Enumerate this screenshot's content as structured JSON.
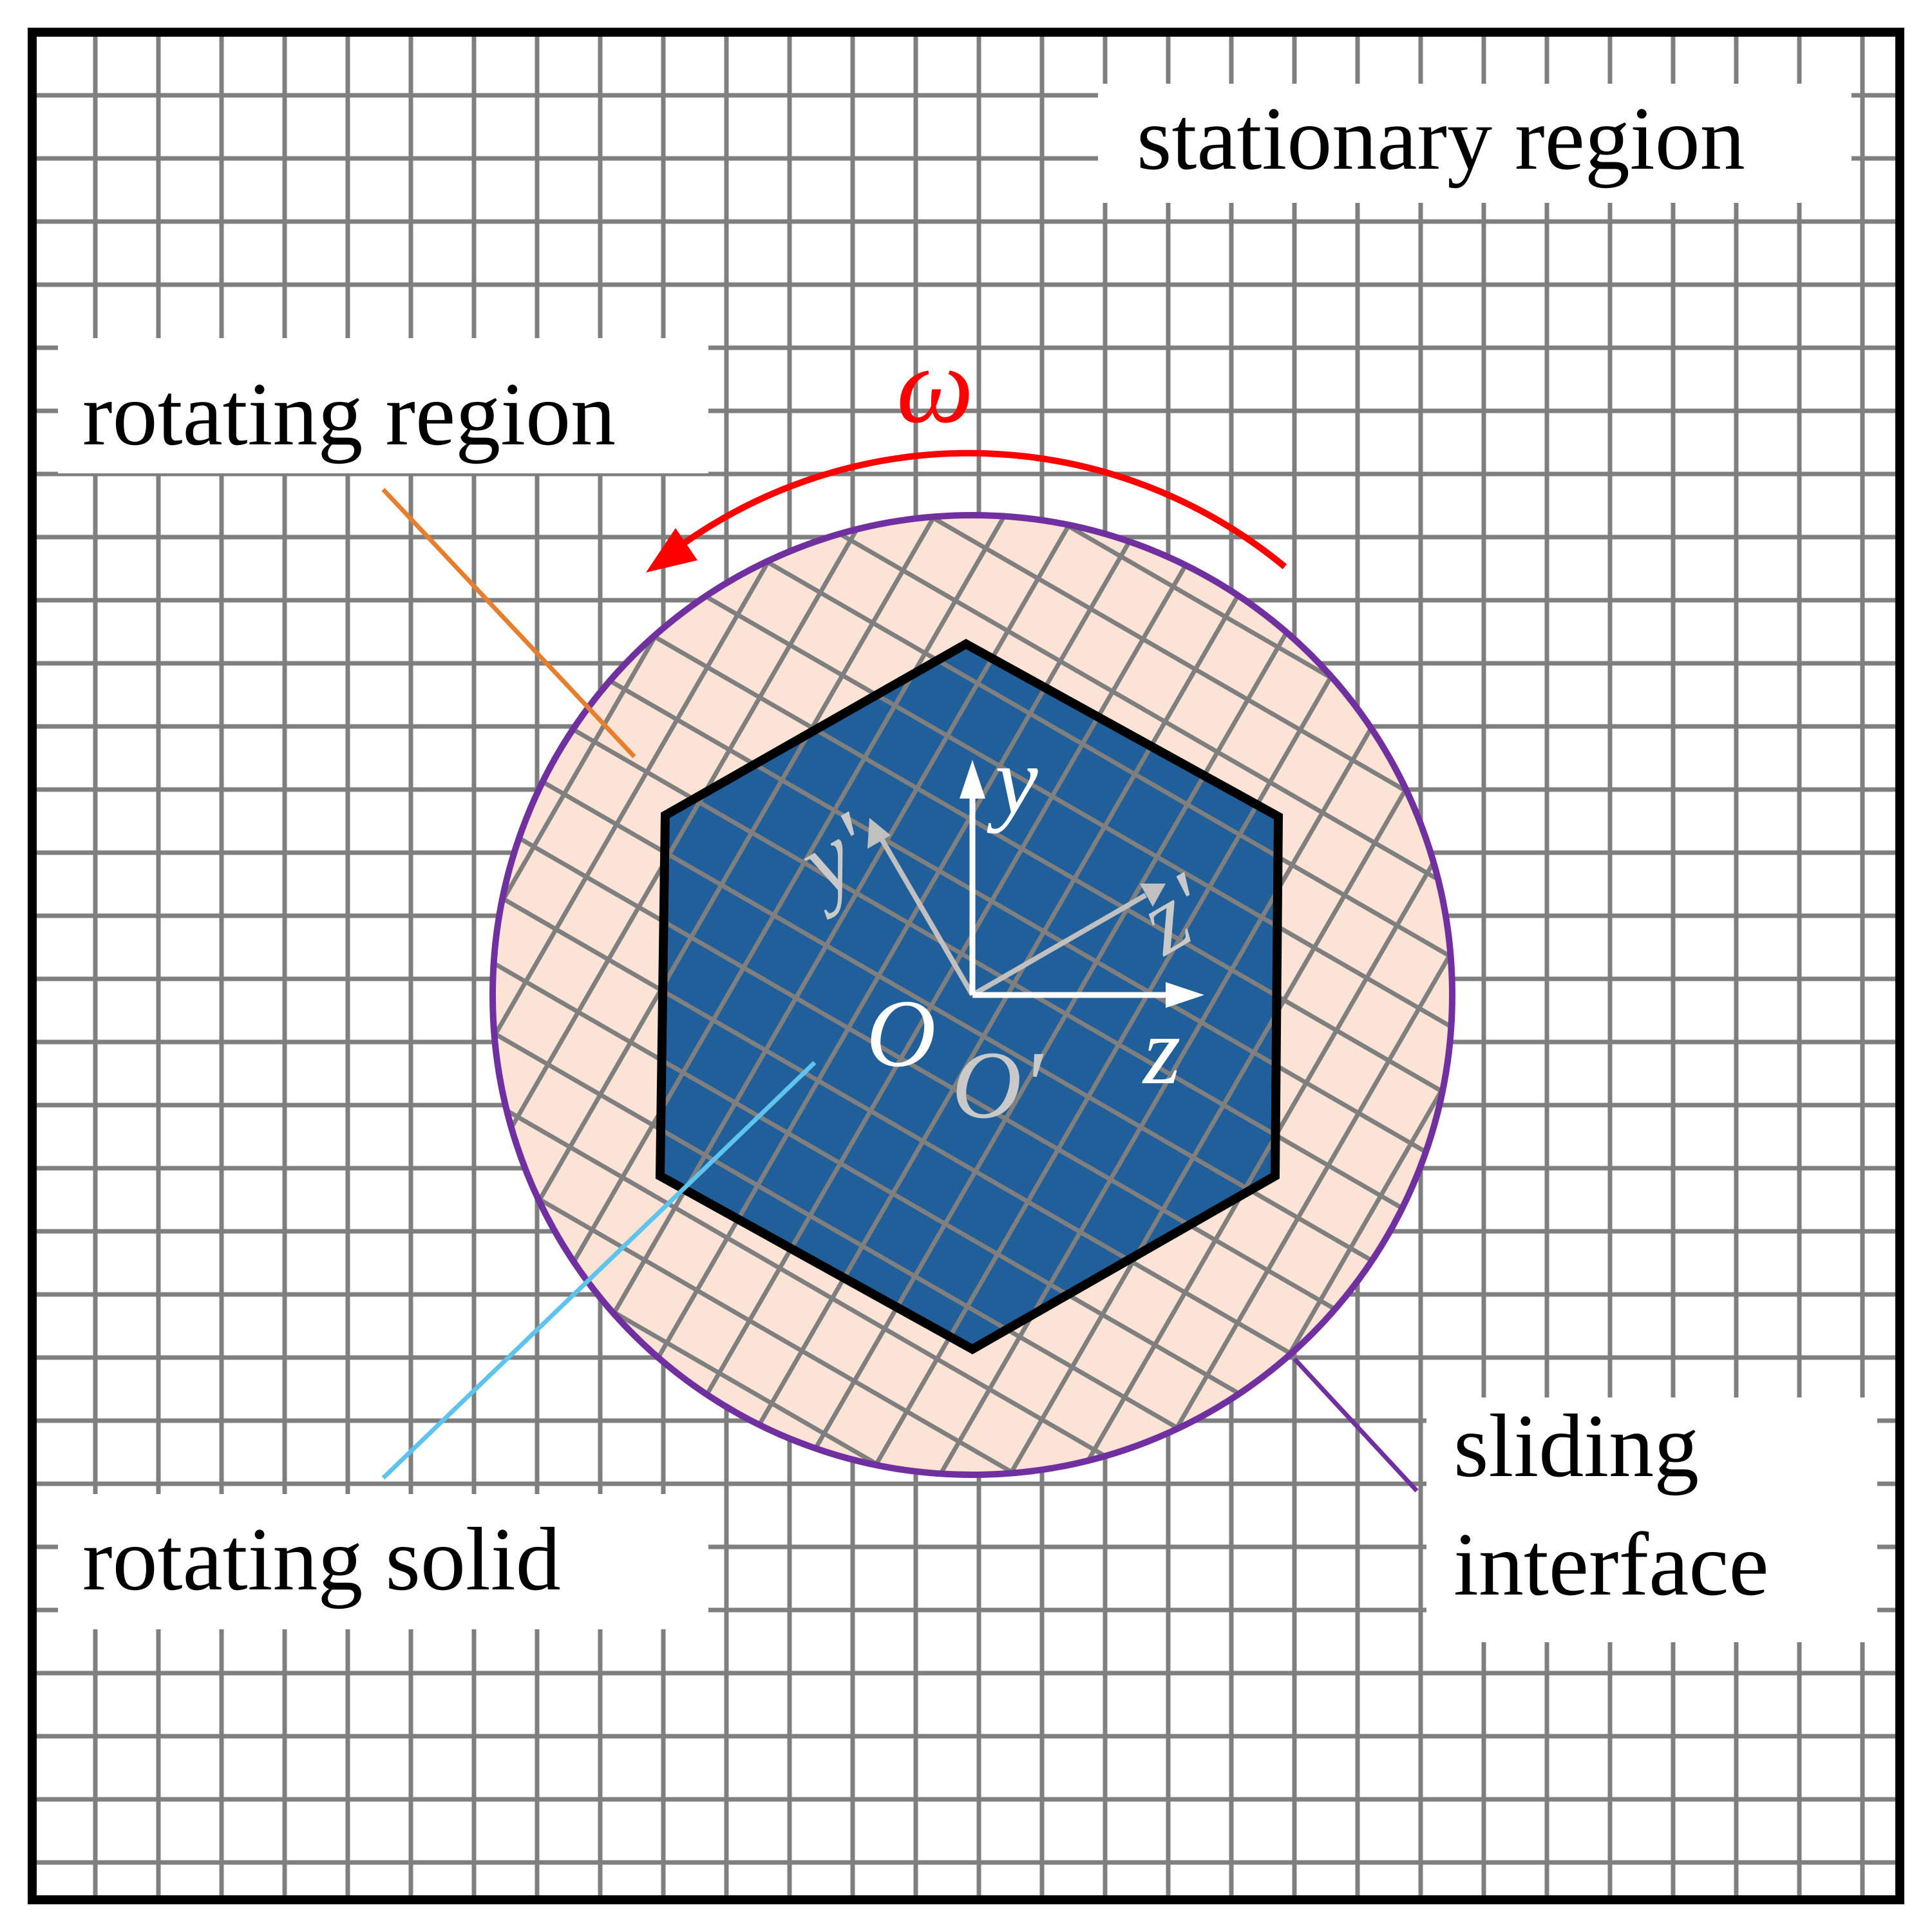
{
  "labels": {
    "stationary_region": "stationary region",
    "rotating_region": "rotating region",
    "rotating_solid": "rotating solid",
    "sliding_line1": "sliding",
    "sliding_line2": "interface",
    "omega": "ω"
  },
  "axes": {
    "y": "y",
    "z": "z",
    "origin": "O",
    "y_prime": "y'",
    "z_prime": "z'",
    "origin_prime": "O'"
  },
  "colors": {
    "grid": "#7f7f7f",
    "rotating_region_fill": "#fbe3d6",
    "solid_fill": "#215f9a",
    "interface": "#7030a0",
    "omega_arrow": "#ff0000",
    "rotating_region_leader": "#e67e2e",
    "solid_leader": "#5ec4ee",
    "axes_primary": "#ffffff",
    "axes_rotated": "#c0c0c0"
  },
  "rotation_angle_deg": 30
}
